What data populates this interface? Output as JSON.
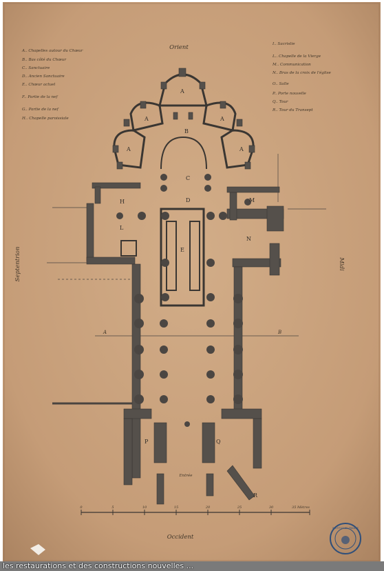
{
  "plan": {
    "orientation": {
      "top": "Orient",
      "bottom": "Occident",
      "left": "Septentrion",
      "right": "Midi"
    },
    "legend_left": [
      "A.. Chapelles autour du Chœur",
      "B.. Bas côté du Chœur",
      "C.. Sanctuaire",
      "D.. Ancien Sanctuaire",
      "E.. Chœur actuel",
      "F.. Partie de la nef",
      "G.. Partie de la nef",
      "H.. Chapelle paroissiale"
    ],
    "legend_right": [
      "I.. Sacristie",
      "L.. Chapelle de la Vierge",
      "M.. Communication",
      "N.. Bras de la croix de l'église",
      "O.. Salle",
      "P.. Porte nouvelle",
      "Q.. Tour",
      "R.. Tour du Transept"
    ],
    "room_letters": {
      "A": "A",
      "B": "B",
      "C": "C",
      "D": "D",
      "E": "E",
      "H": "H",
      "L": "L",
      "M": "M",
      "N": "N",
      "P": "P",
      "Q": "Q",
      "R": "R"
    },
    "section_line": {
      "start": "A",
      "end": "B"
    },
    "entry_label": "Entrée",
    "scale_numbers": [
      "0",
      "5",
      "10",
      "15",
      "20",
      "25",
      "30",
      "35 Mètres"
    ],
    "stamp_text": "INSTITUT DE FRANCE"
  },
  "caption": "les restaurations et des constructions nouvelles ...",
  "colors": {
    "paper": "#c9a17c",
    "ink": "#3f3b39",
    "wall": "#55504b",
    "stamp": "#2f4f7a"
  }
}
